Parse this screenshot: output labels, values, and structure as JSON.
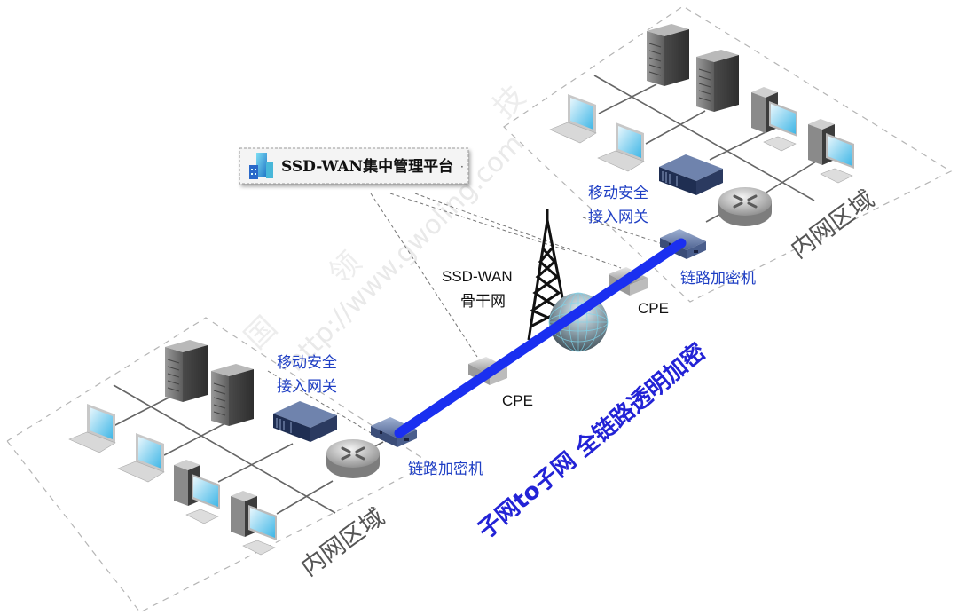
{
  "platform": {
    "label": "SSD-WAN集中管理平台",
    "icon": "buildings-icon"
  },
  "backbone": {
    "line1": "SSD-WAN",
    "line2": "骨干网",
    "icons": [
      "tower-icon",
      "globe-icon"
    ]
  },
  "left_site": {
    "zone_label": "内网区域",
    "gateway_line1": "移动安全",
    "gateway_line2": "接入网关",
    "encryptor_label": "链路加密机",
    "cpe_label": "CPE",
    "devices": [
      "server",
      "server",
      "laptop",
      "laptop",
      "desktop",
      "desktop",
      "gateway",
      "router",
      "encryptor"
    ]
  },
  "right_site": {
    "zone_label": "内网区域",
    "gateway_line1": "移动安全",
    "gateway_line2": "接入网关",
    "encryptor_label": "链路加密机",
    "cpe_label": "CPE",
    "devices": [
      "server",
      "server",
      "laptop",
      "laptop",
      "desktop",
      "desktop",
      "gateway",
      "router",
      "encryptor"
    ]
  },
  "slogan": "子网to子网 全链路透明加密",
  "watermark": {
    "chars": [
      "国",
      "领",
      "技"
    ],
    "url": "http://www.gwoling.com"
  },
  "colors": {
    "tunnel": "#1a2ff0",
    "label_blue": "#1f3fc4",
    "slogan": "#2323d6",
    "zone_text": "#555555"
  }
}
